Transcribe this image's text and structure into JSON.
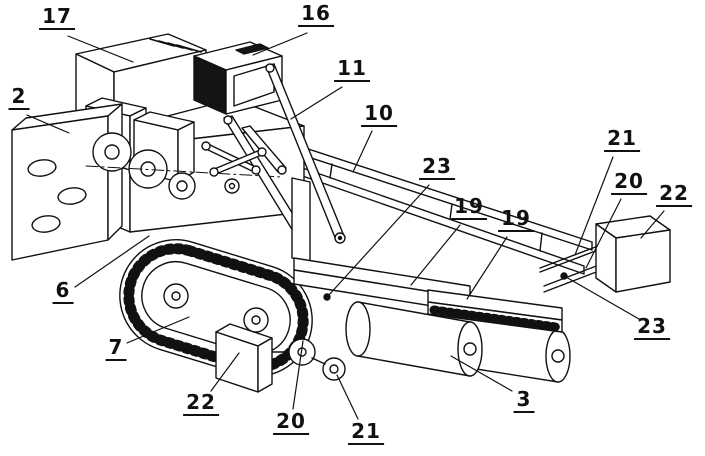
{
  "figure": {
    "background_color": "#ffffff",
    "ink_color": "#111111",
    "labels": [
      {
        "text": "17"
      },
      {
        "text": "16"
      },
      {
        "text": "11"
      },
      {
        "text": "10"
      },
      {
        "text": "2"
      },
      {
        "text": "23"
      },
      {
        "text": "19"
      },
      {
        "text": "19"
      },
      {
        "text": "21"
      },
      {
        "text": "20"
      },
      {
        "text": "22"
      },
      {
        "text": "6"
      },
      {
        "text": "7"
      },
      {
        "text": "22"
      },
      {
        "text": "20"
      },
      {
        "text": "21"
      },
      {
        "text": "3"
      },
      {
        "text": "23"
      }
    ]
  }
}
